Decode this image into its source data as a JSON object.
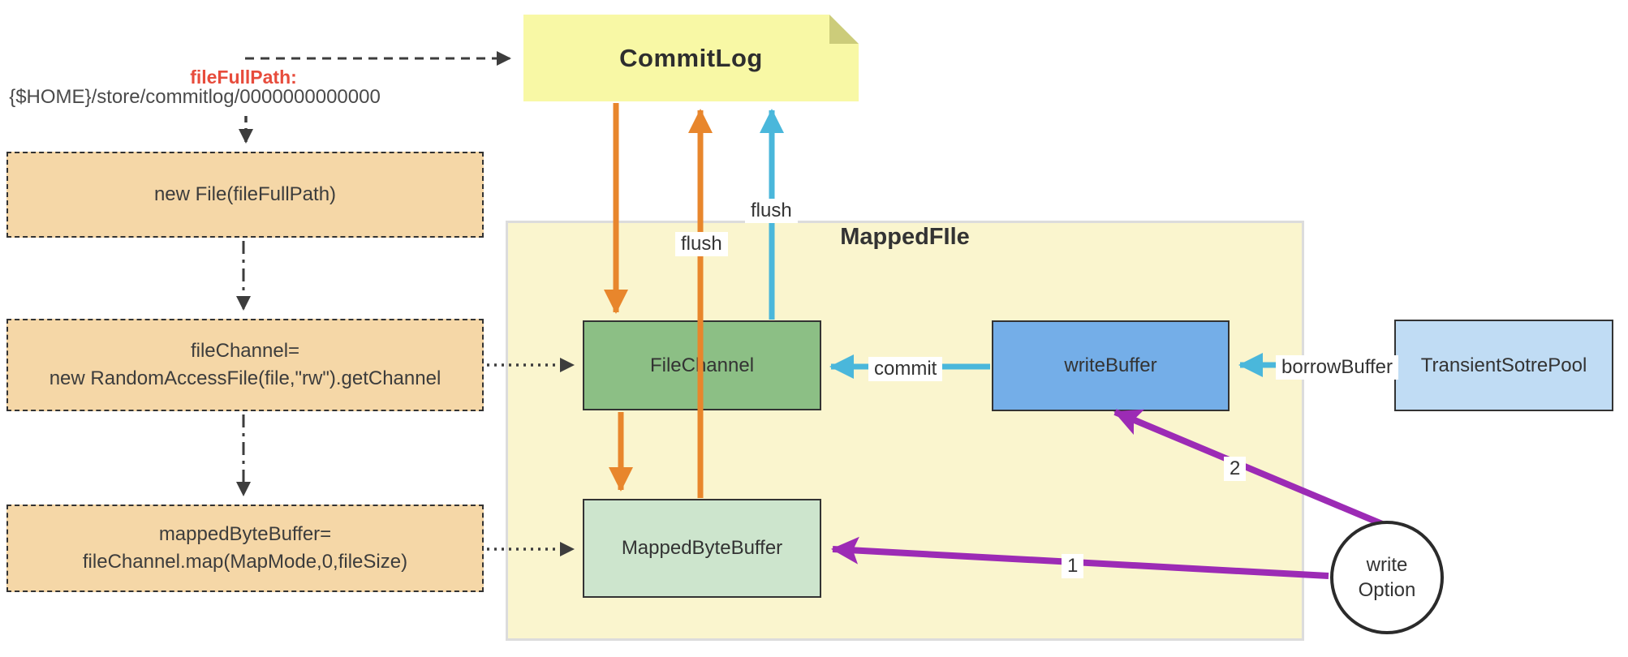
{
  "colors": {
    "orange_arrow": "#E8862C",
    "cyan_arrow": "#4AB7DB",
    "purple_arrow": "#9C2BB5",
    "note_fill": "#F8F8A5",
    "note_fold": "#CCCC7A",
    "container_fill": "#FAF5CE",
    "container_border": "#DCDCDC",
    "step_fill": "#F5D7A7",
    "green_fill": "#8CBF85",
    "light_green_fill": "#CDE5CD",
    "blue_fill": "#74AEE8",
    "light_blue_fill": "#C0DCF4",
    "red_text": "#E74C3C"
  },
  "commitlog_note": {
    "title": "CommitLog"
  },
  "file_path": {
    "label": "fileFullPath:",
    "path": "{$HOME}/store/commitlog/0000000000000"
  },
  "steps": [
    {
      "line1": "new File(fileFullPath)",
      "line2": ""
    },
    {
      "line1": "fileChannel=",
      "line2": "new RandomAccessFile(file,\"rw\").getChannel"
    },
    {
      "line1": "mappedByteBuffer=",
      "line2": "fileChannel.map(MapMode,0,fileSize)"
    }
  ],
  "mapped_file": {
    "title": "MappedFIle",
    "file_channel": "FileChannel",
    "mapped_byte_buffer": "MappedByteBuffer",
    "write_buffer": "writeBuffer"
  },
  "transient_pool": {
    "title": "TransientSotrePool"
  },
  "write_option": {
    "line1": "write",
    "line2": "Option"
  },
  "arrow_labels": {
    "flush_channel": "flush",
    "flush_mapped": "flush",
    "commit": "commit",
    "borrow_buffer": "borrowBuffer",
    "step_1": "1",
    "step_2": "2"
  }
}
